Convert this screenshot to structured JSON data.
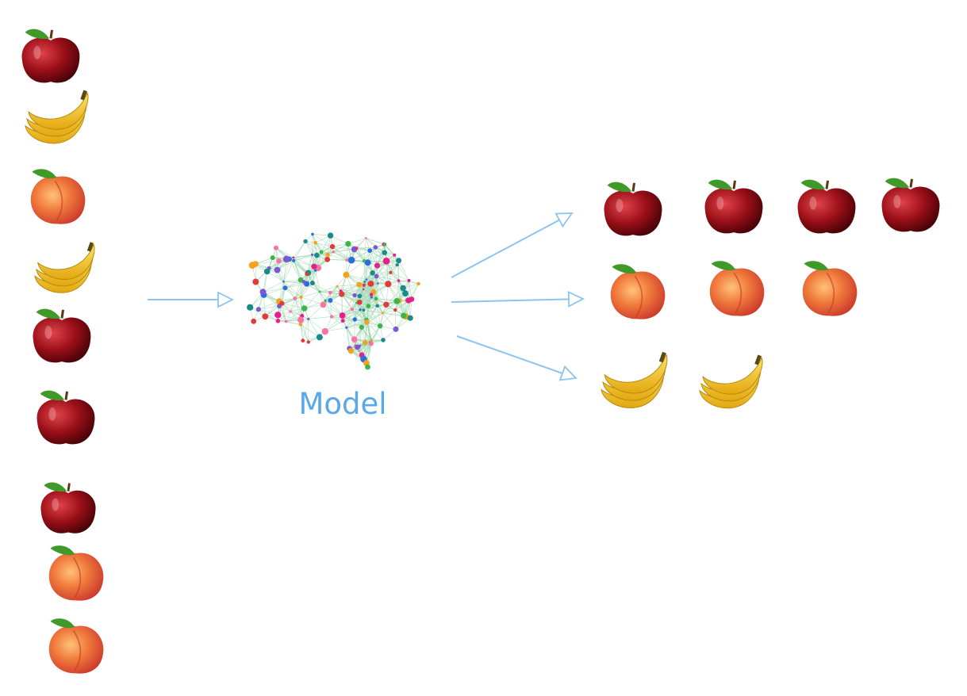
{
  "model": {
    "label": "Model",
    "label_color": "#58a8ea",
    "arrow_color": "#8cc4f0"
  },
  "fruit_colors": {
    "apple": "#9b0f18",
    "peach": "#f07a3c",
    "banana": "#f2c627",
    "leaf": "#3f9a2a"
  },
  "network_colors": [
    "#e91e8c",
    "#2d6cdf",
    "#f4a21c",
    "#3bb54a",
    "#1a8a8a",
    "#e03a3a",
    "#7b57d1",
    "#ff6fa8"
  ],
  "input_items": [
    {
      "fruit": "apple",
      "name": "input-apple-1"
    },
    {
      "fruit": "banana",
      "name": "input-banana-1"
    },
    {
      "fruit": "peach",
      "name": "input-peach-1"
    },
    {
      "fruit": "banana",
      "name": "input-banana-2"
    },
    {
      "fruit": "apple",
      "name": "input-apple-2"
    },
    {
      "fruit": "apple",
      "name": "input-apple-3"
    },
    {
      "fruit": "apple",
      "name": "input-apple-4"
    },
    {
      "fruit": "peach",
      "name": "input-peach-2"
    },
    {
      "fruit": "peach",
      "name": "input-peach-3"
    }
  ],
  "output_groups": [
    {
      "name": "apple-cluster",
      "fruit": "apple",
      "count": 4
    },
    {
      "name": "peach-cluster",
      "fruit": "peach",
      "count": 3
    },
    {
      "name": "banana-cluster",
      "fruit": "banana",
      "count": 2
    }
  ]
}
